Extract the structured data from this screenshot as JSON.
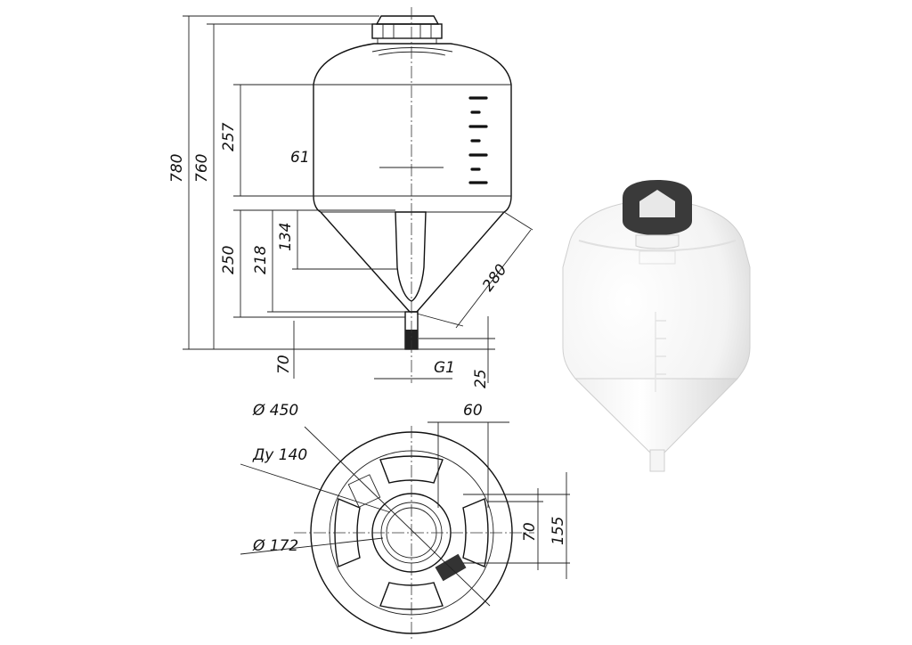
{
  "dimensions": {
    "height_total": "780",
    "height_body": "760",
    "cyl_height": "257",
    "cone_height": "250",
    "cone_inner": "218",
    "window_height": "134",
    "window_width": "61",
    "cone_side": "280",
    "outlet_length": "70",
    "outlet_thread": "G1",
    "outlet_extra": "25",
    "diameter_outer": "Ø 450",
    "nominal_diameter": "Ду 140",
    "neck_diameter": "Ø 172",
    "lug_offset": "60",
    "lug_width": "70",
    "lug_span": "155"
  }
}
